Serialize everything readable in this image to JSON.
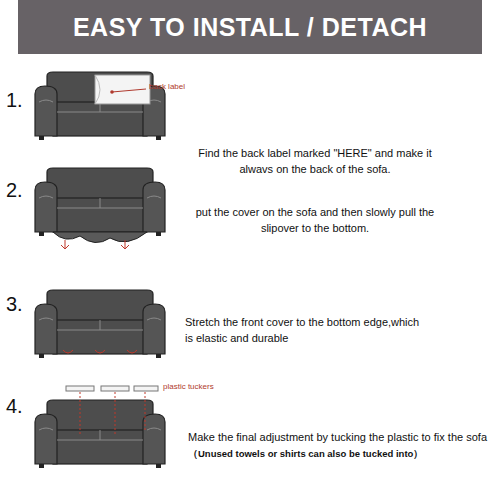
{
  "diagram": {
    "title": "EASY TO INSTALL / DETACH",
    "labels": [
      "1.",
      "back label",
      "Find the back label marked \"HERE\" and make it alwavs on the back of the sofa.",
      "2.",
      "put the cover on the sofa and then slowly pull the slipover to the bottom.",
      "3.",
      "Stretch the front cover to the bottom edge,which is elastic and durable",
      "4.",
      "plastic tuckers",
      "Make the final adjustment by tucking the plastic to fix the sofa",
      "（Unused towels or shirts can also be tucked into）"
    ]
  }
}
